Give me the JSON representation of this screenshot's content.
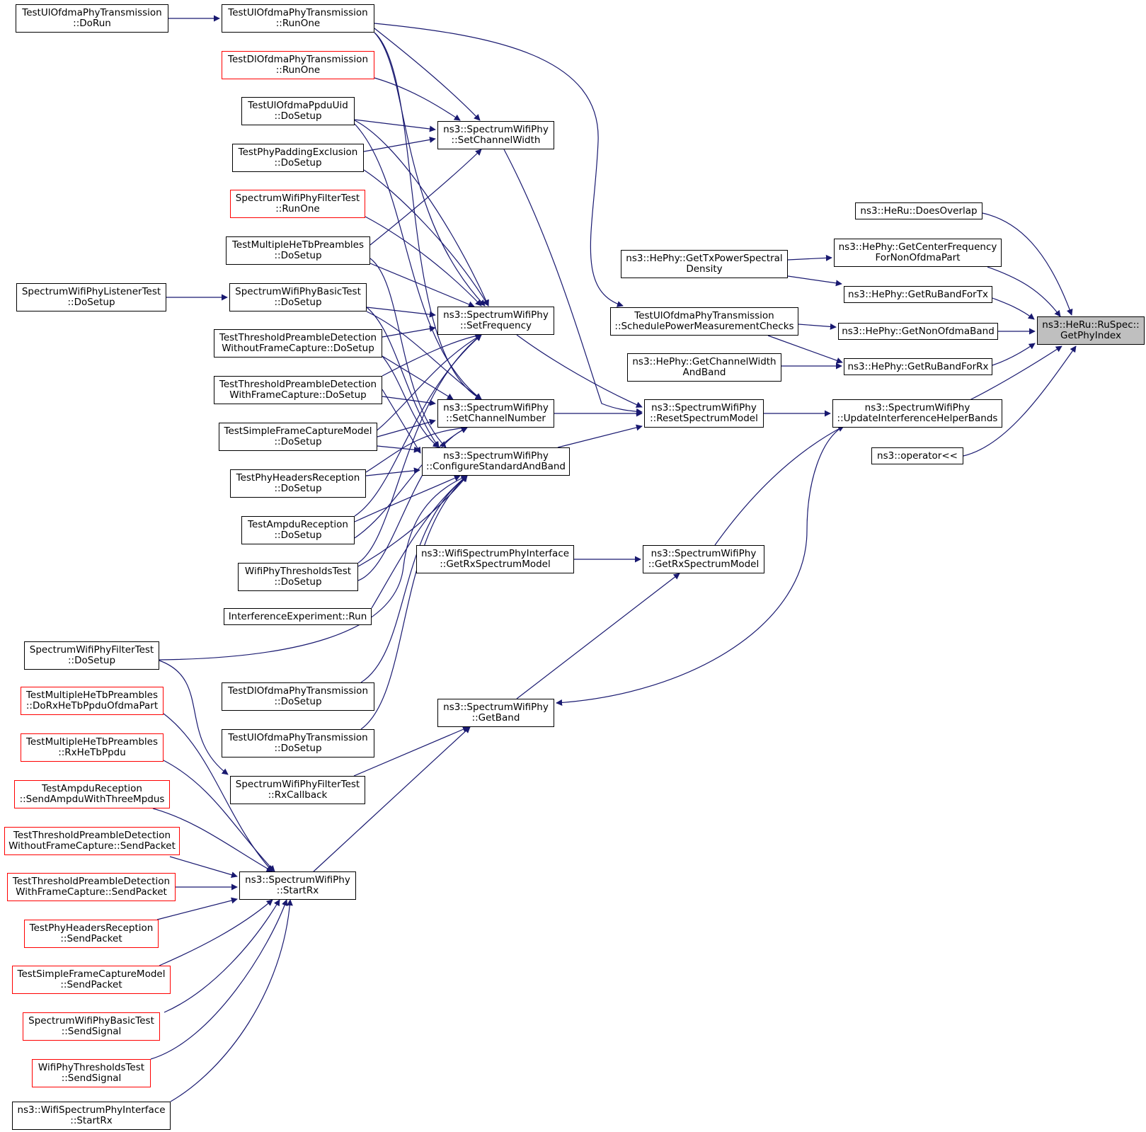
{
  "graph": {
    "edge_color": "#191970",
    "focus_fill": "#bfbfbf",
    "incomplete_border": "#ff0000",
    "nodes": {
      "target": {
        "lines": [
          "ns3::HeRu::RuSpec::",
          "GetPhyIndex"
        ],
        "focus": true
      },
      "doesOverlap": {
        "lines": [
          "ns3::HeRu::DoesOverlap"
        ]
      },
      "getCenterFreq": {
        "lines": [
          "ns3::HePhy::GetCenterFrequency",
          "ForNonOfdmaPart"
        ]
      },
      "getRuBandTx": {
        "lines": [
          "ns3::HePhy::GetRuBandForTx"
        ]
      },
      "getNonOfdmaBand": {
        "lines": [
          "ns3::HePhy::GetNonOfdmaBand"
        ]
      },
      "getRuBandRx": {
        "lines": [
          "ns3::HePhy::GetRuBandForRx"
        ]
      },
      "updateInterf": {
        "lines": [
          "ns3::SpectrumWifiPhy",
          "::UpdateInterferenceHelperBands"
        ]
      },
      "operatorLL": {
        "lines": [
          "ns3::operator<<"
        ]
      },
      "getTxPsd": {
        "lines": [
          "ns3::HePhy::GetTxPowerSpectral",
          "Density"
        ]
      },
      "schedPower": {
        "lines": [
          "TestUlOfdmaPhyTransmission",
          "::SchedulePowerMeasurementChecks"
        ]
      },
      "getChWidthBand": {
        "lines": [
          "ns3::HePhy::GetChannelWidth",
          "AndBand"
        ]
      },
      "resetSpectrum": {
        "lines": [
          "ns3::SpectrumWifiPhy",
          "::ResetSpectrumModel"
        ]
      },
      "getRxSpecSWP": {
        "lines": [
          "ns3::SpectrumWifiPhy",
          "::GetRxSpectrumModel"
        ]
      },
      "getRxSpecWSPI": {
        "lines": [
          "ns3::WifiSpectrumPhyInterface",
          "::GetRxSpectrumModel"
        ]
      },
      "getBand": {
        "lines": [
          "ns3::SpectrumWifiPhy",
          "::GetBand"
        ]
      },
      "setChWidth": {
        "lines": [
          "ns3::SpectrumWifiPhy",
          "::SetChannelWidth"
        ]
      },
      "setFreq": {
        "lines": [
          "ns3::SpectrumWifiPhy",
          "::SetFrequency"
        ]
      },
      "setChNum": {
        "lines": [
          "ns3::SpectrumWifiPhy",
          "::SetChannelNumber"
        ]
      },
      "configStd": {
        "lines": [
          "ns3::SpectrumWifiPhy",
          "::ConfigureStandardAndBand"
        ]
      },
      "startRx": {
        "lines": [
          "ns3::SpectrumWifiPhy",
          "::StartRx"
        ]
      },
      "ulRunOne": {
        "lines": [
          "TestUlOfdmaPhyTransmission",
          "::RunOne"
        ]
      },
      "ulDoRun": {
        "lines": [
          "TestUlOfdmaPhyTransmission",
          "::DoRun"
        ]
      },
      "dlRunOne": {
        "lines": [
          "TestDlOfdmaPhyTransmission",
          "::RunOne"
        ],
        "red": true
      },
      "ppduUid": {
        "lines": [
          "TestUlOfdmaPpduUid",
          "::DoSetup"
        ]
      },
      "padding": {
        "lines": [
          "TestPhyPaddingExclusion",
          "::DoSetup"
        ]
      },
      "filterRunOne": {
        "lines": [
          "SpectrumWifiPhyFilterTest",
          "::RunOne"
        ],
        "red": true
      },
      "multiHeTb": {
        "lines": [
          "TestMultipleHeTbPreambles",
          "::DoSetup"
        ]
      },
      "basicTest": {
        "lines": [
          "SpectrumWifiPhyBasicTest",
          "::DoSetup"
        ]
      },
      "listenerTest": {
        "lines": [
          "SpectrumWifiPhyListenerTest",
          "::DoSetup"
        ]
      },
      "threshWithout": {
        "lines": [
          "TestThresholdPreambleDetection",
          "WithoutFrameCapture::DoSetup"
        ]
      },
      "threshWith": {
        "lines": [
          "TestThresholdPreambleDetection",
          "WithFrameCapture::DoSetup"
        ]
      },
      "simpleCapture": {
        "lines": [
          "TestSimpleFrameCaptureModel",
          "::DoSetup"
        ]
      },
      "headersRx": {
        "lines": [
          "TestPhyHeadersReception",
          "::DoSetup"
        ]
      },
      "ampduRx": {
        "lines": [
          "TestAmpduReception",
          "::DoSetup"
        ]
      },
      "thresholdsTest": {
        "lines": [
          "WifiPhyThresholdsTest",
          "::DoSetup"
        ]
      },
      "interfExp": {
        "lines": [
          "InterferenceExperiment::Run"
        ]
      },
      "filterDoSetup": {
        "lines": [
          "SpectrumWifiPhyFilterTest",
          "::DoSetup"
        ]
      },
      "dlDoSetup": {
        "lines": [
          "TestDlOfdmaPhyTransmission",
          "::DoSetup"
        ]
      },
      "ulDoSetup": {
        "lines": [
          "TestUlOfdmaPhyTransmission",
          "::DoSetup"
        ]
      },
      "filterRxCb": {
        "lines": [
          "SpectrumWifiPhyFilterTest",
          "::RxCallback"
        ]
      },
      "multiDoRx": {
        "lines": [
          "TestMultipleHeTbPreambles",
          "::DoRxHeTbPpduOfdmaPart"
        ],
        "red": true
      },
      "multiRxHeTb": {
        "lines": [
          "TestMultipleHeTbPreambles",
          "::RxHeTbPpdu"
        ],
        "red": true
      },
      "ampduSend": {
        "lines": [
          "TestAmpduReception",
          "::SendAmpduWithThreeMpdus"
        ],
        "red": true
      },
      "threshWithoutSend": {
        "lines": [
          "TestThresholdPreambleDetection",
          "WithoutFrameCapture::SendPacket"
        ],
        "red": true
      },
      "threshWithSend": {
        "lines": [
          "TestThresholdPreambleDetection",
          "WithFrameCapture::SendPacket"
        ],
        "red": true
      },
      "headersSend": {
        "lines": [
          "TestPhyHeadersReception",
          "::SendPacket"
        ],
        "red": true
      },
      "simpleSend": {
        "lines": [
          "TestSimpleFrameCaptureModel",
          "::SendPacket"
        ],
        "red": true
      },
      "basicSend": {
        "lines": [
          "SpectrumWifiPhyBasicTest",
          "::SendSignal"
        ],
        "red": true
      },
      "thresholdsSend": {
        "lines": [
          "WifiPhyThresholdsTest",
          "::SendSignal"
        ],
        "red": true
      },
      "wspiStartRx": {
        "lines": [
          "ns3::WifiSpectrumPhyInterface",
          "::StartRx"
        ]
      }
    }
  }
}
